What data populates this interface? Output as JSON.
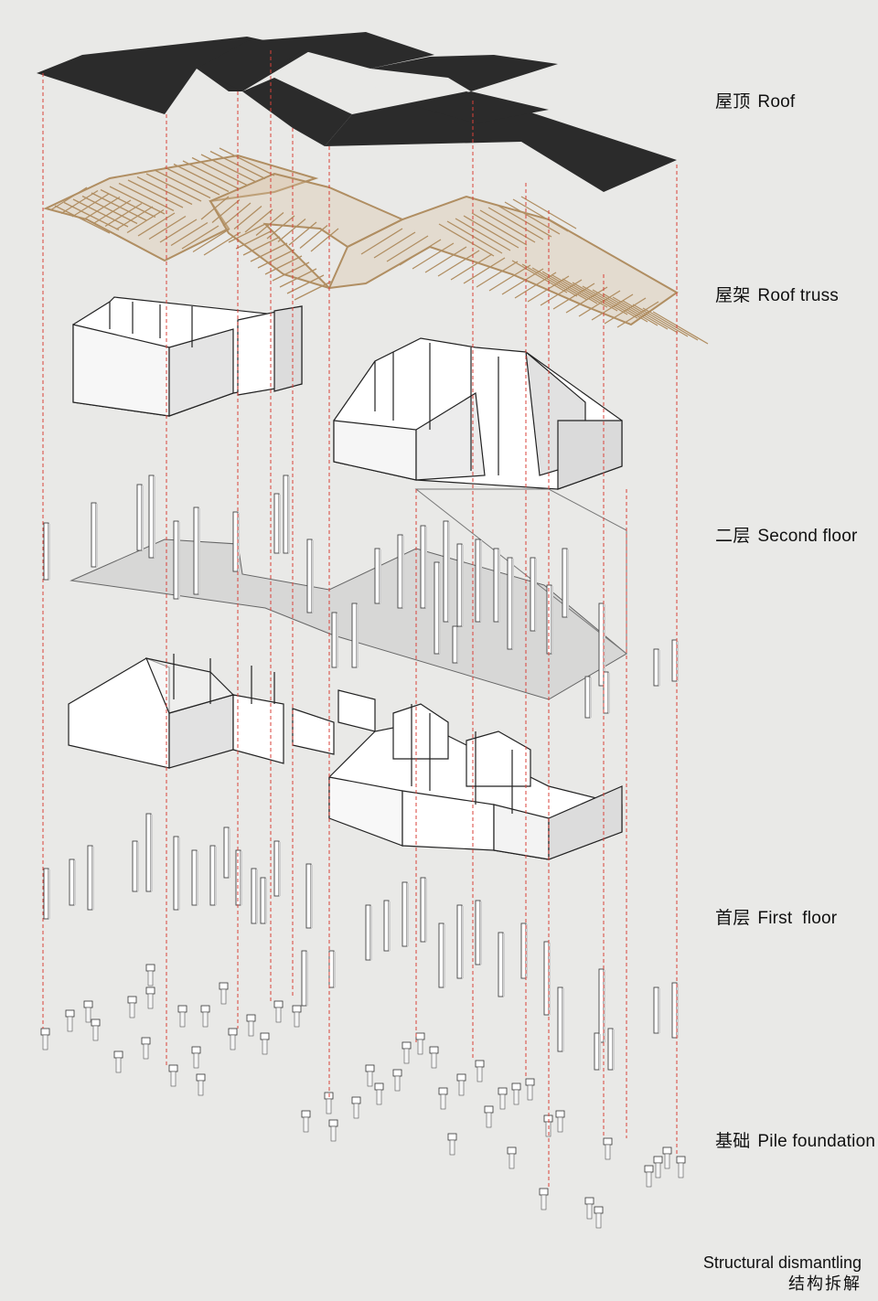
{
  "layers": [
    {
      "zh": "屋顶",
      "en": "Roof"
    },
    {
      "zh": "屋架",
      "en": "Roof truss"
    },
    {
      "zh": "二层",
      "en": "Second floor"
    },
    {
      "zh": "首层",
      "en": "First  floor"
    },
    {
      "zh": "基础",
      "en": "Pile foundation"
    }
  ],
  "caption": {
    "en": "Structural dismantling",
    "zh": "结构拆解"
  },
  "colors": {
    "background": "#e9e9e7",
    "roof": "#2b2b2b",
    "truss": "#c8aa83",
    "wall": "#ffffff",
    "wall_side": "#d9d9d9",
    "floor_slab": "#d2d2d0",
    "guide_line": "#d9423a",
    "outline": "#222222"
  }
}
